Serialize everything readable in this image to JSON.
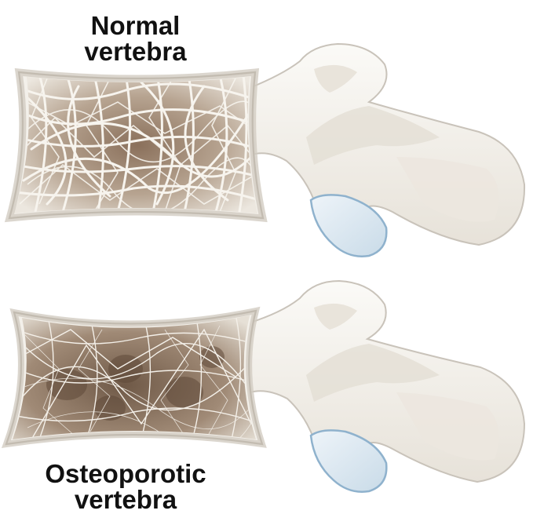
{
  "labels": {
    "normal": {
      "line1": "Normal",
      "line2": "vertebra"
    },
    "osteoporotic": {
      "line1": "Osteoporotic",
      "line2": "vertebra"
    }
  },
  "colors": {
    "bone_fill": "#f2efe9",
    "bone_outline": "#c9c3ba",
    "bone_shadow": "#dcd6cc",
    "marrow_dark": "#7a6553",
    "marrow_light": "#b9a896",
    "trabecula": "#f7f4ee",
    "cartilage_fill": "#dbe7f1",
    "cartilage_outline": "#8fb2cd",
    "text": "#111111"
  }
}
